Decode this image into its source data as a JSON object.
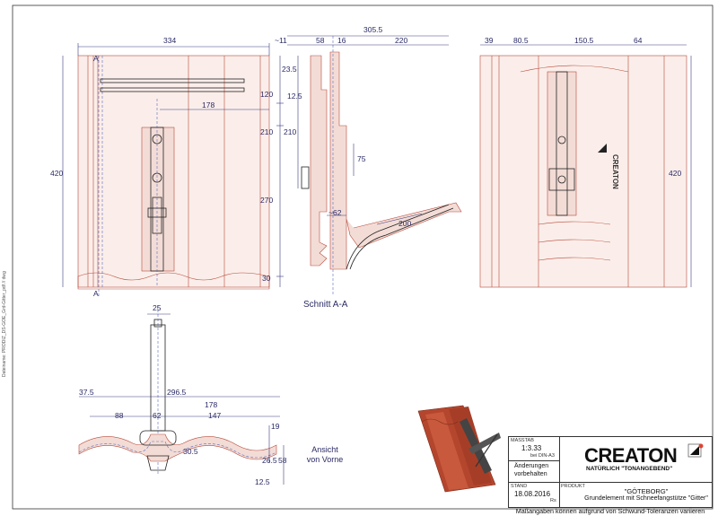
{
  "drawing": {
    "front_view": {
      "width": "334",
      "overall_height": "420",
      "dims_right": [
        "120",
        "210",
        "270",
        "30"
      ],
      "dim_178": "178",
      "section_mark": "A"
    },
    "section_view": {
      "dims_top": [
        "~11",
        "58",
        "16",
        "220"
      ],
      "overall_top": "305.5",
      "dims_left": [
        "23.5",
        "12.5"
      ],
      "dim_75": "75",
      "dim_62": "~62",
      "dim_200": "200",
      "label": "Schnitt A-A"
    },
    "side_view": {
      "dims_top": [
        "39",
        "80.5",
        "150.5",
        "64"
      ],
      "overall_height": "420",
      "brand_on_tile": "CREATON"
    },
    "end_view": {
      "dims": [
        "25",
        "37.5",
        "296.5",
        "178",
        "88",
        "62",
        "147",
        "19",
        "30.5",
        "26.5",
        "58",
        "12.5"
      ],
      "label_line1": "Ansicht",
      "label_line2": "von Vorne"
    }
  },
  "title_block": {
    "scale_label": "MASSTAB",
    "scale_value": "1:3.33",
    "scale_note": "bei DIN-A3",
    "changes_line1": "Änderungen",
    "changes_line2": "vorbehalten",
    "date_label": "STAND",
    "date_value": "18.08.2016",
    "author_initials": "Rs",
    "product_label": "PRODUKT",
    "logo_text": "CREATON",
    "logo_slogan": "NATÜRLICH \"TONANGEBEND\"",
    "product_name": "\"GÖTEBORG\"",
    "product_desc": "Grundelement mit Schneefangstütze \"Gitter\""
  },
  "footer_note": "Maßangaben können aufgrund von Schwund-Toleranzen variieren",
  "side_file_text": "Dateiname: PRODIZ_DS-GOE_Grd-Gitter_pdf // dwg"
}
